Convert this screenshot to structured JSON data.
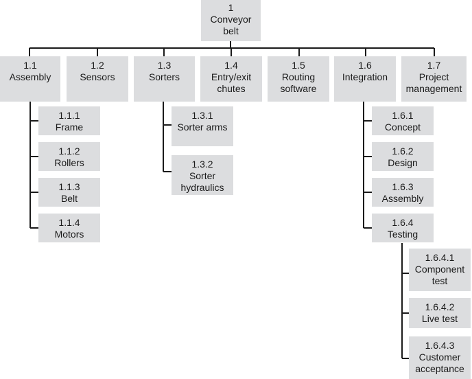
{
  "nodes": {
    "root": {
      "id": "1",
      "label": "Conveyor\nbelt"
    },
    "n1_1": {
      "id": "1.1",
      "label": "Assembly"
    },
    "n1_2": {
      "id": "1.2",
      "label": "Sensors"
    },
    "n1_3": {
      "id": "1.3",
      "label": "Sorters"
    },
    "n1_4": {
      "id": "1.4",
      "label": "Entry/exit\nchutes"
    },
    "n1_5": {
      "id": "1.5",
      "label": "Routing\nsoftware"
    },
    "n1_6": {
      "id": "1.6",
      "label": "Integration"
    },
    "n1_7": {
      "id": "1.7",
      "label": "Project\nmanagement"
    },
    "n1_1_1": {
      "id": "1.1.1",
      "label": "Frame"
    },
    "n1_1_2": {
      "id": "1.1.2",
      "label": "Rollers"
    },
    "n1_1_3": {
      "id": "1.1.3",
      "label": "Belt"
    },
    "n1_1_4": {
      "id": "1.1.4",
      "label": "Motors"
    },
    "n1_3_1": {
      "id": "1.3.1",
      "label": "Sorter arms"
    },
    "n1_3_2": {
      "id": "1.3.2",
      "label": "Sorter\nhydraulics"
    },
    "n1_6_1": {
      "id": "1.6.1",
      "label": "Concept"
    },
    "n1_6_2": {
      "id": "1.6.2",
      "label": "Design"
    },
    "n1_6_3": {
      "id": "1.6.3",
      "label": "Assembly"
    },
    "n1_6_4": {
      "id": "1.6.4",
      "label": "Testing"
    },
    "n1_6_4_1": {
      "id": "1.6.4.1",
      "label": "Component\ntest"
    },
    "n1_6_4_2": {
      "id": "1.6.4.2",
      "label": "Live test"
    },
    "n1_6_4_3": {
      "id": "1.6.4.3",
      "label": "Customer\nacceptance"
    }
  },
  "colors": {
    "box_fill": "#dcdddf",
    "line": "#1a1a1a",
    "text": "#1a1a1a"
  }
}
